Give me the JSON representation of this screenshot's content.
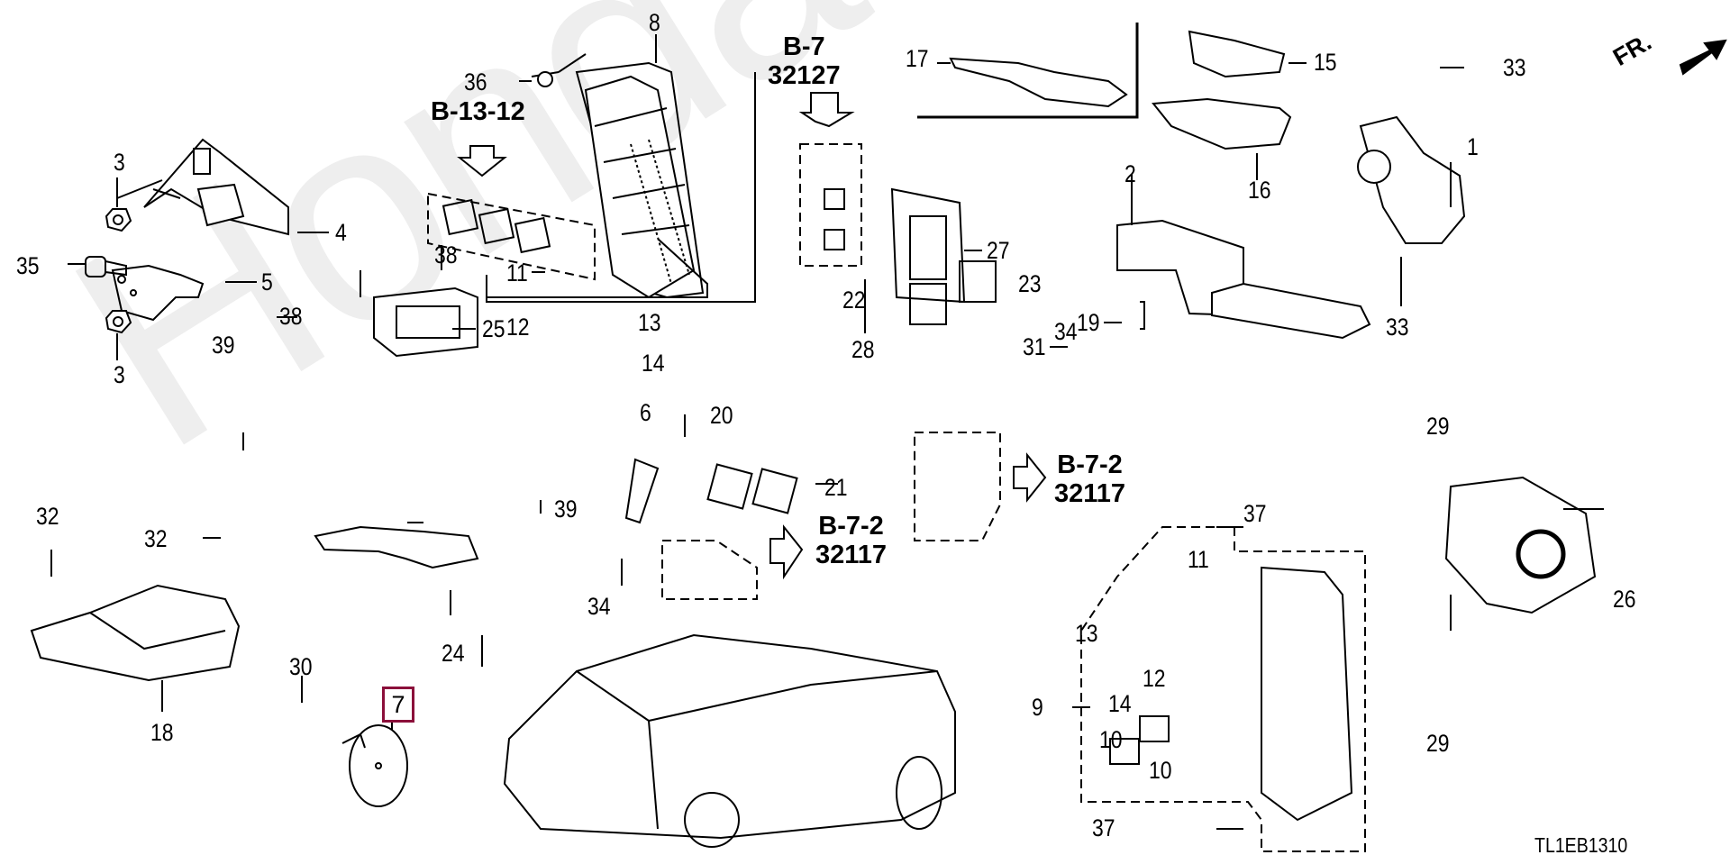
{
  "diagram": {
    "watermark": "HondaCarMine.ru",
    "direction_label": "FR.",
    "drawing_code": "TL1EB1310",
    "highlighted_part": "7",
    "references": [
      {
        "id": "ref-b-13-12",
        "line1": "B-13-12",
        "line2": ""
      },
      {
        "id": "ref-b-7",
        "line1": "B-7",
        "line2": "32127"
      },
      {
        "id": "ref-b-7-2-a",
        "line1": "B-7-2",
        "line2": "32117"
      },
      {
        "id": "ref-b-7-2-b",
        "line1": "B-7-2",
        "line2": "32117"
      }
    ],
    "callouts": [
      {
        "n": "1"
      },
      {
        "n": "2"
      },
      {
        "n": "3"
      },
      {
        "n": "3"
      },
      {
        "n": "4"
      },
      {
        "n": "5"
      },
      {
        "n": "6"
      },
      {
        "n": "7"
      },
      {
        "n": "8"
      },
      {
        "n": "9"
      },
      {
        "n": "10"
      },
      {
        "n": "10"
      },
      {
        "n": "11"
      },
      {
        "n": "11"
      },
      {
        "n": "12"
      },
      {
        "n": "12"
      },
      {
        "n": "13"
      },
      {
        "n": "13"
      },
      {
        "n": "14"
      },
      {
        "n": "14"
      },
      {
        "n": "15"
      },
      {
        "n": "16"
      },
      {
        "n": "17"
      },
      {
        "n": "18"
      },
      {
        "n": "19"
      },
      {
        "n": "20"
      },
      {
        "n": "21"
      },
      {
        "n": "22"
      },
      {
        "n": "23"
      },
      {
        "n": "24"
      },
      {
        "n": "25"
      },
      {
        "n": "26"
      },
      {
        "n": "27"
      },
      {
        "n": "28"
      },
      {
        "n": "29"
      },
      {
        "n": "29"
      },
      {
        "n": "30"
      },
      {
        "n": "31"
      },
      {
        "n": "32"
      },
      {
        "n": "32"
      },
      {
        "n": "33"
      },
      {
        "n": "33"
      },
      {
        "n": "34"
      },
      {
        "n": "34"
      },
      {
        "n": "35"
      },
      {
        "n": "36"
      },
      {
        "n": "37"
      },
      {
        "n": "37"
      },
      {
        "n": "38"
      },
      {
        "n": "38"
      },
      {
        "n": "39"
      },
      {
        "n": "39"
      }
    ],
    "colors": {
      "highlight": "#8b0f3a",
      "ink": "#000000",
      "watermark": "#eeeeee"
    }
  }
}
